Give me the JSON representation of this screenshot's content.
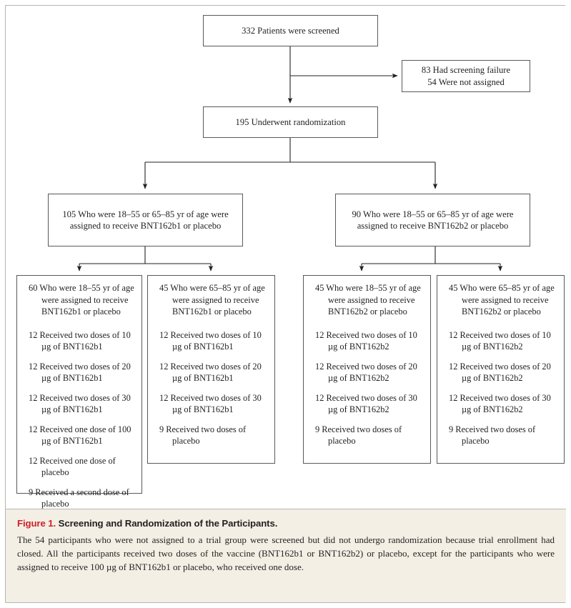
{
  "figure": {
    "label": "Figure 1.",
    "title": "Screening and Randomization of the Participants.",
    "caption": "The 54 participants who were not assigned to a trial group were screened but did not undergo randomization because trial enrollment had closed. All the participants received two doses of the vaccine (BNT162b1 or BNT162b2) or placebo, except for the participants who were assigned to receive 100 µg of BNT162b1 or placebo, who received one dose.",
    "accent_color": "#cf2027",
    "panel_color": "#f3efe5",
    "box_border_color": "#58595b"
  },
  "flow": {
    "screened": "332 Patients were screened",
    "excluded": {
      "line1": "83 Had screening failure",
      "line2": "54 Were not assigned"
    },
    "randomized": "195 Underwent randomization",
    "group_b1": {
      "line1": "105 Who were 18–55 or 65–85 yr of age were",
      "line2": "assigned to receive BNT162b1 or placebo"
    },
    "group_b2": {
      "line1": "90 Who were 18–55 or 65–85 yr of age were",
      "line2": "assigned to receive BNT162b2 or placebo"
    },
    "leaves": [
      {
        "id": "b1-young",
        "header": "60 Who were 18–55 yr of age were assigned to receive BNT162b1 or placebo",
        "entries": [
          "12 Received two doses of 10 µg of BNT162b1",
          "12 Received two doses of 20 µg of BNT162b1",
          "12 Received two doses of 30 µg of BNT162b1",
          "12 Received one dose of 100 µg of BNT162b1",
          "12 Received one dose of placebo",
          "9 Received a second dose of placebo"
        ]
      },
      {
        "id": "b1-old",
        "header": "45 Who were 65–85 yr of age were assigned to receive BNT162b1 or placebo",
        "entries": [
          "12 Received two doses of 10 µg of BNT162b1",
          "12 Received two doses of 20 µg of BNT162b1",
          "12 Received two doses of 30 µg of BNT162b1",
          "9 Received two doses of placebo"
        ]
      },
      {
        "id": "b2-young",
        "header": "45 Who were 18–55 yr of age were assigned to receive BNT162b2 or placebo",
        "entries": [
          "12 Received two doses of 10 µg of BNT162b2",
          "12 Received two doses of 20 µg of BNT162b2",
          "12 Received two doses of 30 µg of BNT162b2",
          "9 Received two doses of placebo"
        ]
      },
      {
        "id": "b2-old",
        "header": "45 Who were 65–85 yr of age were assigned to receive BNT162b2 or placebo",
        "entries": [
          "12 Received two doses of 10 µg of BNT162b2",
          "12 Received two doses of 20 µg of BNT162b2",
          "12 Received two doses of 30 µg of BNT162b2",
          "9 Received two doses of placebo"
        ]
      }
    ]
  }
}
